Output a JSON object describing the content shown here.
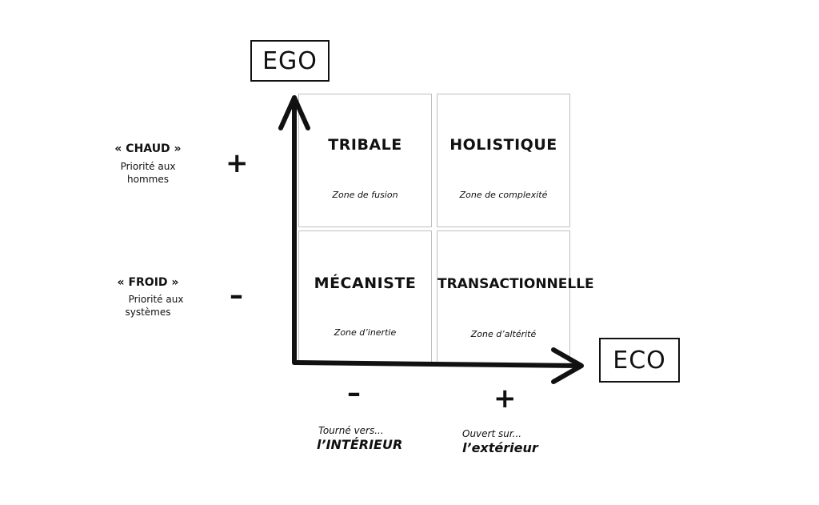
{
  "axes": {
    "y_label": "EGO",
    "x_label": "ECO"
  },
  "quadrants": {
    "top_left": {
      "title": "TRIBALE",
      "zone": "Zone de fusion"
    },
    "top_right": {
      "title": "HOLISTIQUE",
      "zone": "Zone de complexité"
    },
    "bottom_left": {
      "title": "MÉCANISTE",
      "zone": "Zone d’inertie"
    },
    "bottom_right": {
      "title": "TRANSACTIONNELLE",
      "zone": "Zone d’altérité"
    }
  },
  "left_side": {
    "top": {
      "sign": "+",
      "title": "« CHAUD »",
      "line1": "Priorité aux",
      "line2": "hommes"
    },
    "bottom": {
      "sign": "–",
      "title": "« FROID »",
      "line1": "Priorité aux",
      "line2": "systèmes"
    }
  },
  "bottom_side": {
    "left": {
      "sign": "–",
      "line1": "Tourné vers...",
      "line2": "l’INTÉRIEUR"
    },
    "right": {
      "sign": "+",
      "line1": "Ouvert sur...",
      "line2": "l’extérieur"
    }
  }
}
